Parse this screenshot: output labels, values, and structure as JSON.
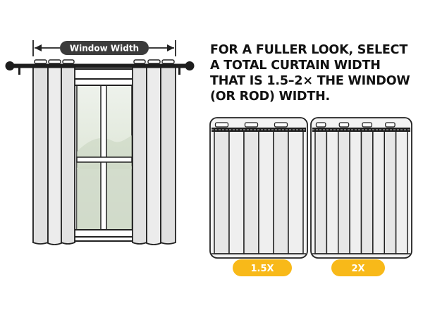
{
  "measure_label": "Window Width",
  "headline": "FOR A FULLER LOOK, SELECT A TOTAL CURTAIN WIDTH THAT IS 1.5–2× THE WINDOW (OR ROD) WIDTH.",
  "options": [
    {
      "label": "1.5X",
      "panels": 6
    },
    {
      "label": "2X",
      "panels": 8
    }
  ],
  "colors": {
    "outline": "#222222",
    "curtain": "#e6e6e6",
    "curtain_panel": "#f2f2f2",
    "glass": "#dde6d7",
    "badge": "#f8b919",
    "label_pill": "#3b3b3b"
  }
}
